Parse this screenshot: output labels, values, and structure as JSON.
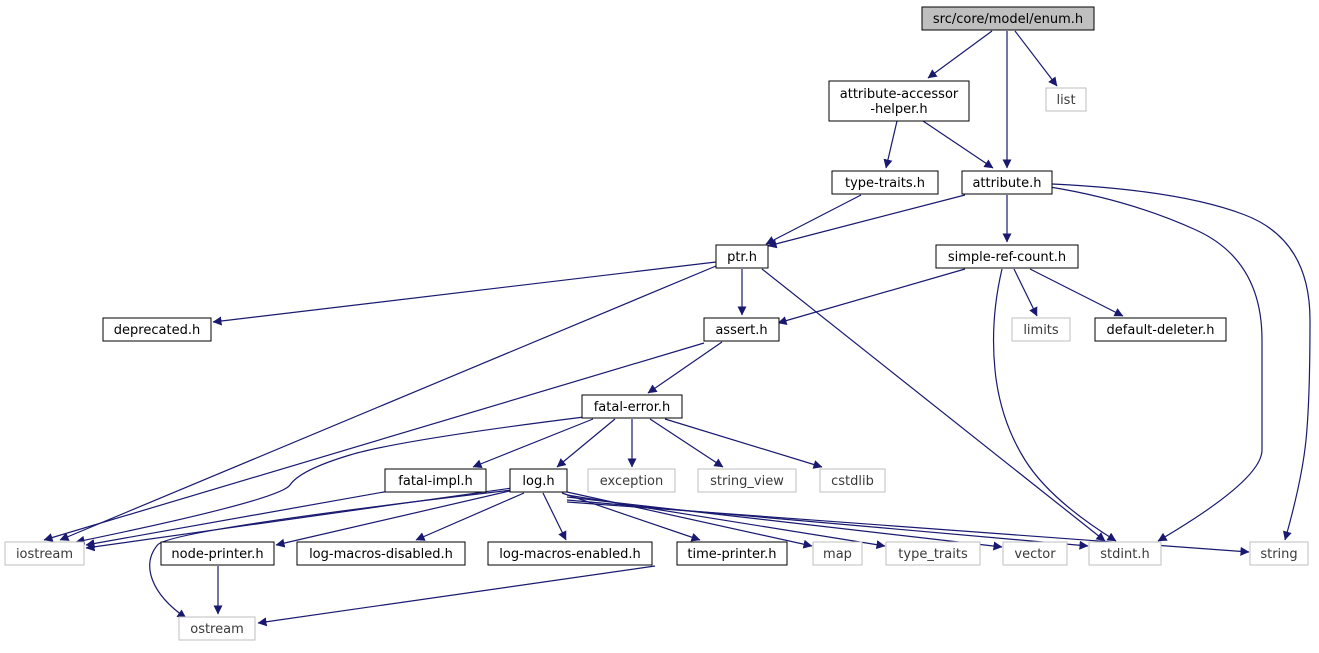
{
  "colors": {
    "edge": "#191970",
    "root_fill": "#bfbfbf",
    "node_fill": "#ffffff",
    "node_border": "#000000",
    "external_border": "#bfbfbf",
    "external_text": "#3a3a3a"
  },
  "nodes": [
    {
      "id": "enum_h",
      "label": "src/core/model/enum.h",
      "kind": "root"
    },
    {
      "id": "attr_acc",
      "label": "attribute-accessor\n-helper.h",
      "kind": "file"
    },
    {
      "id": "list",
      "label": "list",
      "kind": "external"
    },
    {
      "id": "type_traits_h",
      "label": "type-traits.h",
      "kind": "file"
    },
    {
      "id": "attribute_h",
      "label": "attribute.h",
      "kind": "file"
    },
    {
      "id": "ptr_h",
      "label": "ptr.h",
      "kind": "file"
    },
    {
      "id": "simple_ref",
      "label": "simple-ref-count.h",
      "kind": "file"
    },
    {
      "id": "deprecated_h",
      "label": "deprecated.h",
      "kind": "file"
    },
    {
      "id": "assert_h",
      "label": "assert.h",
      "kind": "file"
    },
    {
      "id": "limits",
      "label": "limits",
      "kind": "external"
    },
    {
      "id": "default_del",
      "label": "default-deleter.h",
      "kind": "file"
    },
    {
      "id": "fatal_err",
      "label": "fatal-error.h",
      "kind": "file"
    },
    {
      "id": "fatal_impl",
      "label": "fatal-impl.h",
      "kind": "file"
    },
    {
      "id": "log_h",
      "label": "log.h",
      "kind": "file"
    },
    {
      "id": "exception",
      "label": "exception",
      "kind": "external"
    },
    {
      "id": "string_view",
      "label": "string_view",
      "kind": "external"
    },
    {
      "id": "cstdlib",
      "label": "cstdlib",
      "kind": "external"
    },
    {
      "id": "iostream",
      "label": "iostream",
      "kind": "external"
    },
    {
      "id": "node_printer",
      "label": "node-printer.h",
      "kind": "file"
    },
    {
      "id": "log_mac_dis",
      "label": "log-macros-disabled.h",
      "kind": "file"
    },
    {
      "id": "log_mac_en",
      "label": "log-macros-enabled.h",
      "kind": "file"
    },
    {
      "id": "time_printer",
      "label": "time-printer.h",
      "kind": "file"
    },
    {
      "id": "map",
      "label": "map",
      "kind": "external"
    },
    {
      "id": "std_type_traits",
      "label": "type_traits",
      "kind": "external"
    },
    {
      "id": "vector",
      "label": "vector",
      "kind": "external"
    },
    {
      "id": "stdint_h",
      "label": "stdint.h",
      "kind": "external"
    },
    {
      "id": "string",
      "label": "string",
      "kind": "external"
    },
    {
      "id": "ostream",
      "label": "ostream",
      "kind": "external"
    }
  ],
  "edges": [
    [
      "enum_h",
      "attr_acc"
    ],
    [
      "enum_h",
      "list"
    ],
    [
      "enum_h",
      "attribute_h"
    ],
    [
      "attr_acc",
      "type_traits_h"
    ],
    [
      "attr_acc",
      "attribute_h"
    ],
    [
      "type_traits_h",
      "ptr_h"
    ],
    [
      "attribute_h",
      "ptr_h"
    ],
    [
      "attribute_h",
      "simple_ref"
    ],
    [
      "attribute_h",
      "stdint_h"
    ],
    [
      "attribute_h",
      "string"
    ],
    [
      "ptr_h",
      "deprecated_h"
    ],
    [
      "ptr_h",
      "assert_h"
    ],
    [
      "ptr_h",
      "iostream"
    ],
    [
      "ptr_h",
      "stdint_h"
    ],
    [
      "simple_ref",
      "assert_h"
    ],
    [
      "simple_ref",
      "limits"
    ],
    [
      "simple_ref",
      "default_del"
    ],
    [
      "simple_ref",
      "stdint_h"
    ],
    [
      "assert_h",
      "fatal_err"
    ],
    [
      "assert_h",
      "iostream"
    ],
    [
      "fatal_err",
      "fatal_impl"
    ],
    [
      "fatal_err",
      "log_h"
    ],
    [
      "fatal_err",
      "exception"
    ],
    [
      "fatal_err",
      "string_view"
    ],
    [
      "fatal_err",
      "cstdlib"
    ],
    [
      "fatal_err",
      "iostream"
    ],
    [
      "fatal_impl",
      "iostream"
    ],
    [
      "log_h",
      "iostream"
    ],
    [
      "log_h",
      "node_printer"
    ],
    [
      "log_h",
      "log_mac_dis"
    ],
    [
      "log_h",
      "log_mac_en"
    ],
    [
      "log_h",
      "time_printer"
    ],
    [
      "log_h",
      "map"
    ],
    [
      "log_h",
      "std_type_traits"
    ],
    [
      "log_h",
      "vector"
    ],
    [
      "log_h",
      "stdint_h"
    ],
    [
      "log_h",
      "string"
    ],
    [
      "log_h",
      "ostream"
    ],
    [
      "node_printer",
      "ostream"
    ],
    [
      "time_printer",
      "ostream"
    ]
  ]
}
